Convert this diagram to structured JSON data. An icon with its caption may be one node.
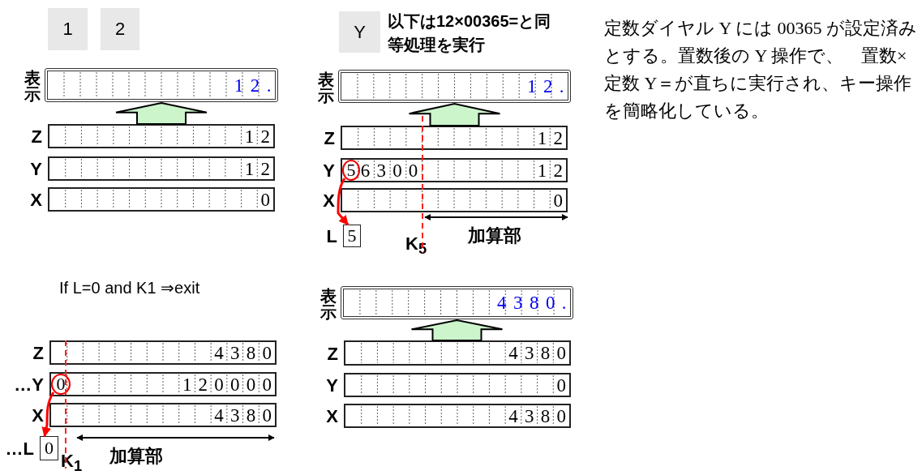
{
  "diagram": {
    "nodes": [
      {
        "text": [
          "1"
        ]
      },
      {
        "text": [
          "2"
        ]
      },
      {
        "text": [
          "12."
        ],
        "beside": [
          "表示"
        ]
      },
      {
        "text": [
          "12"
        ],
        "beside": [
          "Z"
        ]
      },
      {
        "text": [
          "12"
        ],
        "beside": [
          "Y"
        ]
      },
      {
        "text": [
          "0"
        ],
        "beside": [
          "X"
        ]
      },
      {
        "text": [
          "Y"
        ]
      },
      {
        "text": [
          "12."
        ],
        "beside": [
          "表示"
        ]
      },
      {
        "text": [
          "12"
        ],
        "beside": [
          "Z"
        ]
      },
      {
        "text": [
          "6300",
          "12"
        ],
        "beside": [
          "Y"
        ]
      },
      {
        "text": [
          "5"
        ],
        "in": 9
      },
      {
        "text": [
          "0"
        ],
        "beside": [
          "X"
        ]
      },
      {
        "text": [
          "5"
        ],
        "beside": [
          "L"
        ]
      },
      {
        "text": [
          "4380"
        ],
        "beside": [
          "Z"
        ]
      },
      {
        "text": [
          "120000"
        ],
        "beside": [
          "…Y"
        ]
      },
      {
        "text": [
          "0"
        ],
        "in": 14
      },
      {
        "text": [
          "4380"
        ],
        "beside": [
          "X"
        ]
      },
      {
        "text": [
          "0"
        ],
        "beside": [
          "…L"
        ]
      },
      {
        "text": [
          "4380."
        ],
        "beside": [
          "表示"
        ]
      },
      {
        "text": [
          "4380"
        ],
        "beside": [
          "Z"
        ]
      },
      {
        "text": [
          "0"
        ],
        "beside": [
          "Y"
        ]
      },
      {
        "text": [
          "4380"
        ],
        "beside": [
          "X"
        ]
      }
    ],
    "edges": [
      {
        "from": 3,
        "to": 2,
        "arrow": "to",
        "style": "thick"
      },
      {
        "from": 8,
        "to": 7,
        "arrow": "to",
        "style": "thick"
      },
      {
        "from": 10,
        "to": 12,
        "arrow": "to",
        "color": "#ff0000"
      },
      {
        "from": 15,
        "to": 17,
        "arrow": "to",
        "color": "#ff0000"
      },
      {
        "from": 19,
        "to": 18,
        "arrow": "to",
        "style": "thick"
      }
    ],
    "labels": [
      "以下は12×00365=と同等処理を実行",
      "K$_{5}$",
      "加算部",
      "If L=0 and K1 ⇒exit",
      "加算部",
      "K$_{1}$",
      "定数ダイヤル Y には 00365 が設定済みとする。置数後の Y 操作で、　置数×定数 Y＝が直ちに実行され、キー操作を簡略化している。"
    ]
  }
}
